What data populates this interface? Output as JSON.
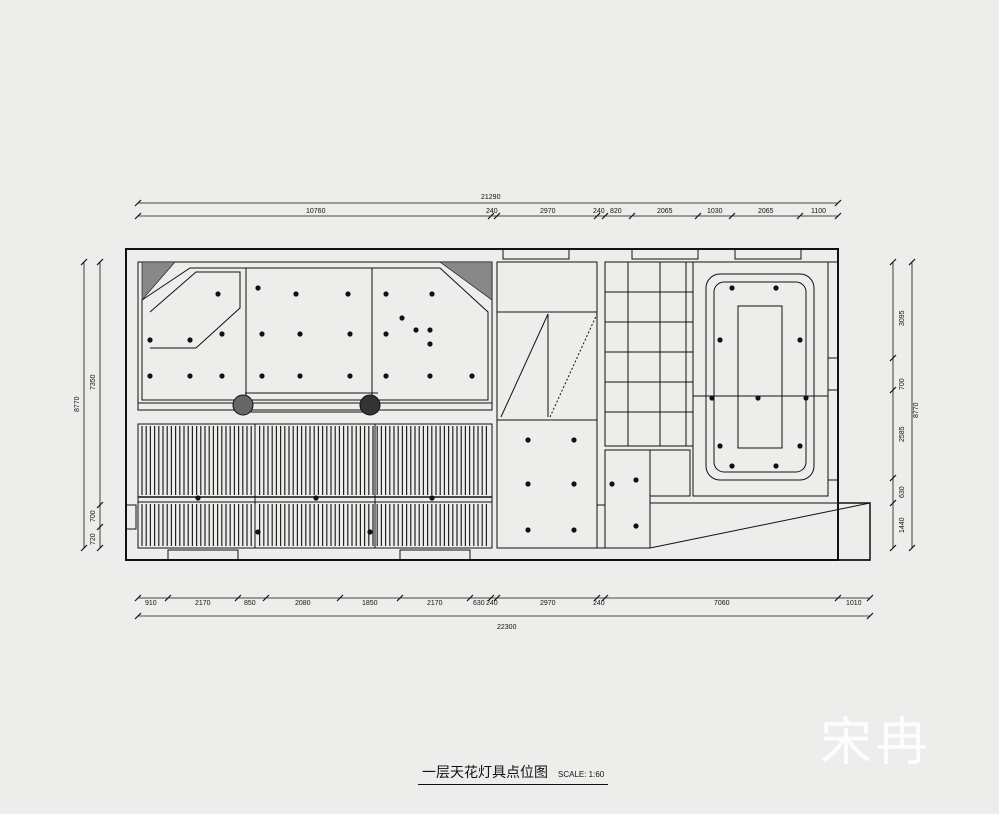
{
  "title": "一层天花灯具点位图",
  "scale": "SCALE: 1:60",
  "watermark": "宋冉",
  "dims_top_total": "21290",
  "dims_top": [
    "10760",
    "240",
    "2970",
    "240",
    "820",
    "2065",
    "1030",
    "2065",
    "1100"
  ],
  "dims_bottom": [
    "910",
    "2170",
    "850",
    "2080",
    "1850",
    "2170",
    "630",
    "240",
    "2970",
    "240",
    "7060",
    "1010"
  ],
  "dims_bottom_total": "22300",
  "dims_left_outer": "8770",
  "dims_left_inner": "7350",
  "dims_left_small": [
    "700",
    "720"
  ],
  "dims_right": [
    "3095",
    "700",
    "2585",
    "630",
    "1440"
  ],
  "dims_right_total": "8770"
}
